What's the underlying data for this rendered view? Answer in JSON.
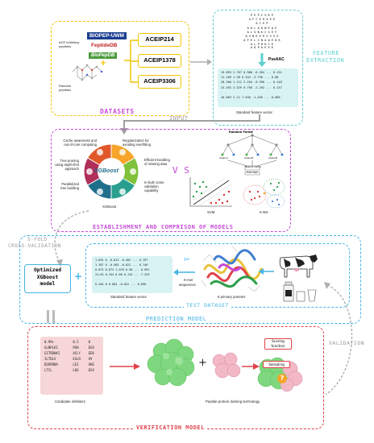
{
  "colors": {
    "datasets": "#f2c400",
    "feature": "#5fcfcf",
    "establishment": "#c64ad6",
    "test": "#44b4e6",
    "verification": "#e0424a",
    "arrow_gray": "#a0a0a0",
    "vector_fill": "#d8f3f3",
    "candidate_fill": "#f6d6d6"
  },
  "datasets": {
    "title": "DATASETS",
    "ace_label": "ACE inhibitory peptides",
    "random_label": "Random peptides",
    "logos": [
      "BIOPEP-UWM",
      "FeptideDB",
      "BioPepDB"
    ],
    "sets": [
      "ACEIP214",
      "ACEIP1378",
      "ACEIP3306"
    ]
  },
  "feature": {
    "title_line1": "FEATURE",
    "title_line2": "EXTRACTION",
    "sequences": [
      "P E P C V K P",
      "A F C E K A E E",
      "A C E P",
      "A K L A K W E A E",
      "A L V N K C S E F",
      "A V N E E R V V V E",
      "A F E L C N A A E D K",
      "A L P H K C E",
      "A D P A E E E"
    ],
    "method": "PseAAC",
    "vector_rows": [
      "19.895  2.767  0.908  -6.264  ...  0.151",
      "11.109  1.38   0.344  -3.758  ...  0.08",
      "28.306  1.112  2.104  -0.596  ...  0.148",
      "24.492  3.529  0.798  -2.292  ...  0.137",
      ".                                    .",
      "16.863  2.12   1.556  -1.405  ...  0.089"
    ],
    "vector_caption": "Standard feature vector"
  },
  "input_label": "INPUT",
  "establishment": {
    "title": "ESTABLISHMENT AND COMPRISON OF MODELS",
    "features": [
      "Cache awareness and out-of-core computing",
      "Regularization for avoiding overfitting",
      "Efficient handling of missing data",
      "In-built cross-validation capability",
      "Parallelized tree building",
      "Tree pruning using depth-first approach"
    ],
    "center_logo": "XGBoost",
    "center_caption": "XGBoost",
    "vs": "V S",
    "rf_title": "Random Forest",
    "rf_classes": [
      "Class-A",
      "Class-B",
      "Class-B"
    ],
    "majority": "Majority Voting",
    "final_class": "Final Class",
    "svm_caption": "SVM",
    "knn_caption": "K-NN"
  },
  "cv_label_line1": "5-FOLD",
  "cv_label_line2": "CROSS-VALIDATION",
  "test": {
    "title": "TEST DATASET",
    "model_line1": "Optimized",
    "model_line2": "XGBoost",
    "model_line3": "model",
    "vector_rows": [
      "1.692    0    -0.813  -0.402  ...  0.197",
      "1.187    0    -0.485  -0.022  ...  0.146",
      "0.875   0.874  1.076   0.90   ...  0.092",
      "24.63   0.344  0.08    0.134  ...  7.325",
      ".                                    .",
      "0.204    0    0.684   -0.022  ...  0.098"
    ],
    "vector_caption": "Standard feature vector",
    "kmer_line1": "K-mer",
    "kmer_line2": "sequences",
    "protein_caption": "6 primary proteins"
  },
  "prediction_label": "PREDICTION MODEL",
  "validation_label": "VALIDATION",
  "verification": {
    "title": "VERIFICATION MODEL",
    "peptides": [
      [
        "0.99+",
        "0.5",
        "0"
      ],
      [
        "GLNPLKI",
        "PGH",
        "EGV"
      ],
      [
        "GITRDHKI",
        "ACLY",
        "EEK"
      ],
      [
        "ILTDLV",
        "ESLR",
        "VV"
      ],
      [
        "DQVRRNA",
        "LEI",
        "AKE"
      ],
      [
        "LTCL",
        "LQG",
        "EGV"
      ]
    ],
    "candidate_caption": "Candidate inhibitors",
    "plus": "+",
    "scoring_line1": "Scoring",
    "scoring_line2": "function",
    "sampling": "Sampling",
    "question": "?",
    "docking_caption": "Peptide-protein docking technology"
  }
}
